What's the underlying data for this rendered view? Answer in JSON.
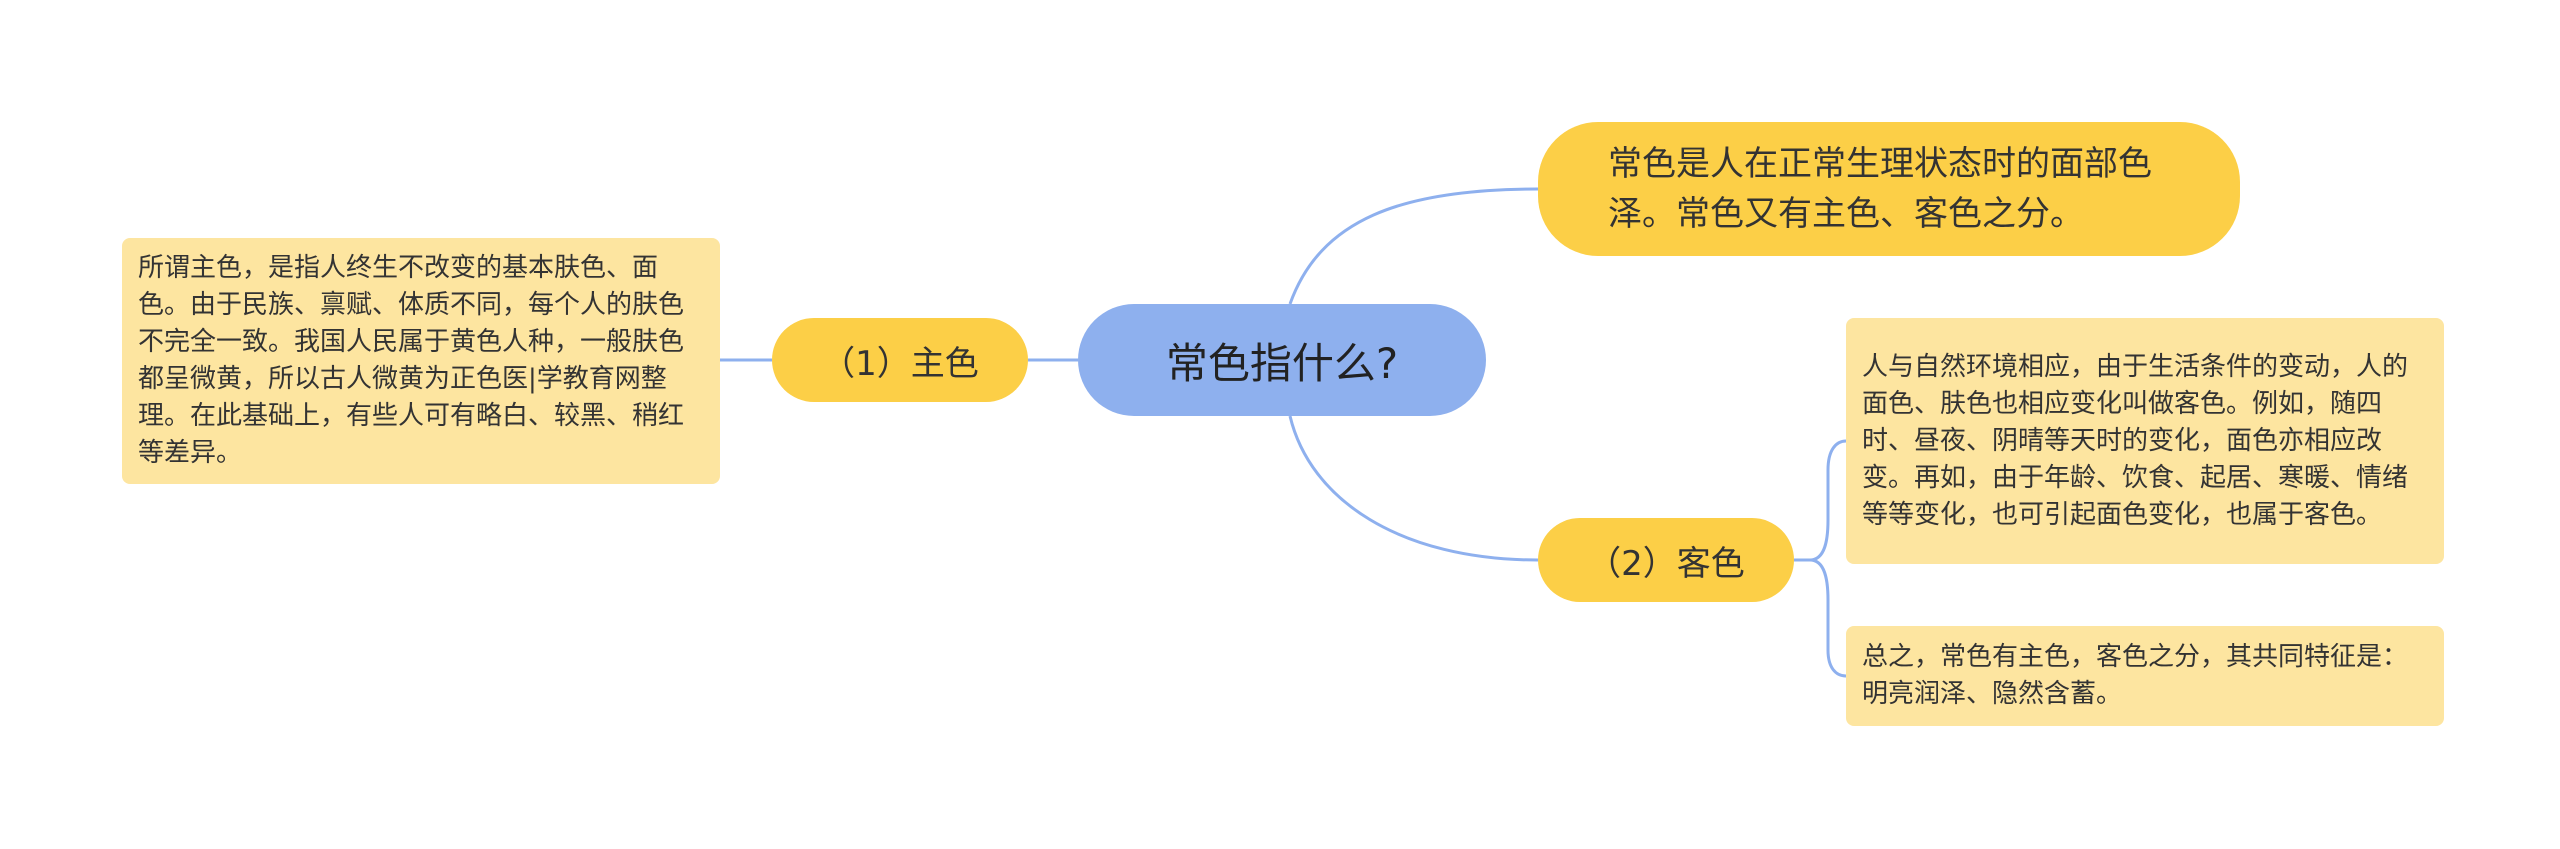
{
  "root": {
    "label": "常色指什么?"
  },
  "top_branch": {
    "label": "常色是人在正常生理状态时的面部色泽。常色又有主色、客色之分。"
  },
  "left_branch": {
    "label": "（1）主色",
    "detail": "所谓主色，是指人终生不改变的基本肤色、面色。由于民族、禀赋、体质不同，每个人的肤色不完全一致。我国人民属于黄色人种，一般肤色都呈微黄，所以古人微黄为正色医|学教育网整理。在此基础上，有些人可有略白、较黑、稍红等差异。"
  },
  "right_branch": {
    "label": "（2）客色",
    "detail_1": "人与自然环境相应，由于生活条件的变动，人的面色、肤色也相应变化叫做客色。例如，随四时、昼夜、阴晴等天时的变化，面色亦相应改变。再如，由于年龄、饮食、起居、寒暖、情绪等等变化，也可引起面色变化，也属于客色。",
    "detail_2": "总之，常色有主色，客色之分，其共同特征是：明亮润泽、隐然含蓄。"
  },
  "colors": {
    "root_fill": "#8eb0ee",
    "branch_fill": "#fccf47",
    "leaf_fill": "#fde5a0",
    "connector": "#8eb0ee"
  }
}
